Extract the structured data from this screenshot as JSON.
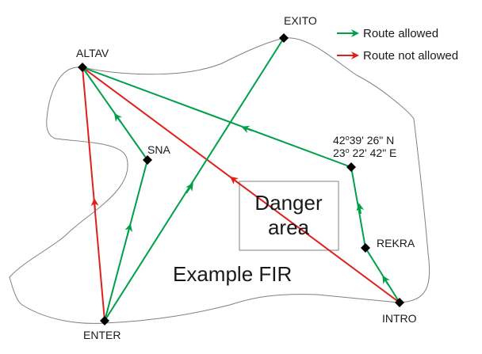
{
  "colors": {
    "allowed": "#00a04a",
    "not_allowed": "#e0201b",
    "boundary": "#808080",
    "waypoint": "#000000"
  },
  "legend": {
    "allowed_label": "Route allowed",
    "not_allowed_label": "Route not allowed"
  },
  "fir_label": "Example FIR",
  "danger_area": {
    "line1": "Danger",
    "line2": "area"
  },
  "waypoints": {
    "altav": "ALTAV",
    "exito": "EXITO",
    "sna": "SNA",
    "rekra": "REKRA",
    "enter": "ENTER",
    "intro": "INTRO",
    "coord_point": ""
  },
  "coordinates": {
    "lat_deg": "42",
    "lat_rest": "39' 26\" N",
    "lon_deg": "23",
    "lon_rest": " 22' 42\" E",
    "degree_symbol": "o"
  },
  "routes": [
    {
      "from": "ENTER",
      "to": "ALTAV",
      "allowed": false
    },
    {
      "from": "ENTER",
      "to": "SNA",
      "allowed": true
    },
    {
      "from": "SNA",
      "to": "ALTAV",
      "allowed": true
    },
    {
      "from": "ENTER",
      "to": "EXITO",
      "allowed": true
    },
    {
      "from": "INTRO",
      "to": "ALTAV",
      "allowed": false
    },
    {
      "from": "INTRO",
      "to": "REKRA",
      "allowed": true
    },
    {
      "from": "REKRA",
      "to": "COORD",
      "allowed": true
    },
    {
      "from": "COORD",
      "to": "ALTAV",
      "allowed": true
    }
  ]
}
